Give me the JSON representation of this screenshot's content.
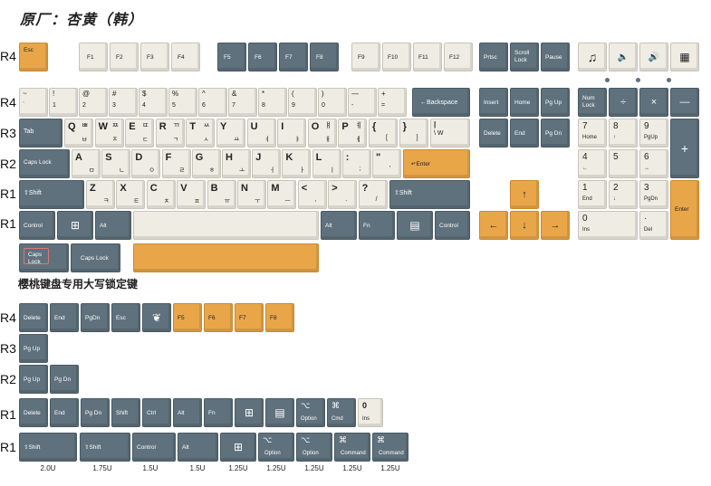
{
  "title": "原厂：杏黄（韩）",
  "subtitle": "樱桃键盘专用大写锁定键",
  "row_labels": {
    "fn": "R4",
    "num": "R4",
    "tab": "R3",
    "caps": "R2",
    "shift": "R1",
    "bottom": "R1"
  },
  "esc": "Esc",
  "f1": "F1",
  "f2": "F2",
  "f3": "F3",
  "f4": "F4",
  "f5": "F5",
  "f6": "F6",
  "f7": "F7",
  "f8": "F8",
  "f9": "F9",
  "f10": "F10",
  "f11": "F11",
  "f12": "F12",
  "prtsc": "Prtsc",
  "scroll": "Scroll Lock",
  "pause": "Pause",
  "media": {
    "music": "♫",
    "vol_down": "🔈",
    "vol_up": "🔊",
    "calc": "▦"
  },
  "num_row": [
    {
      "top": "~",
      "bot": "`"
    },
    {
      "top": "!",
      "bot": "1"
    },
    {
      "top": "@",
      "bot": "2"
    },
    {
      "top": "#",
      "bot": "3"
    },
    {
      "top": "$",
      "bot": "4"
    },
    {
      "top": "%",
      "bot": "5"
    },
    {
      "top": "^",
      "bot": "6"
    },
    {
      "top": "&",
      "bot": "7"
    },
    {
      "top": "*",
      "bot": "8"
    },
    {
      "top": "(",
      "bot": "9"
    },
    {
      "top": ")",
      "bot": "0"
    },
    {
      "top": "—",
      "bot": "-"
    },
    {
      "top": "+",
      "bot": "="
    }
  ],
  "backspace": "←Backspace",
  "tab": "Tab",
  "q_row": [
    {
      "l": "Q",
      "k": "ㅂ",
      "k2": "ㅃ"
    },
    {
      "l": "W",
      "k": "ㅈ",
      "k2": "ㅉ"
    },
    {
      "l": "E",
      "k": "ㄷ",
      "k2": "ㄸ"
    },
    {
      "l": "R",
      "k": "ㄱ",
      "k2": "ㄲ"
    },
    {
      "l": "T",
      "k": "ㅅ",
      "k2": "ㅆ"
    },
    {
      "l": "Y",
      "k": "ㅛ",
      "k2": ""
    },
    {
      "l": "U",
      "k": "ㅕ",
      "k2": ""
    },
    {
      "l": "I",
      "k": "ㅑ",
      "k2": ""
    },
    {
      "l": "O",
      "k": "ㅐ",
      "k2": "ㅒ"
    },
    {
      "l": "P",
      "k": "ㅔ",
      "k2": "ㅖ"
    },
    {
      "l": "{",
      "k": "[",
      "k2": ""
    },
    {
      "l": "}",
      "k": "]",
      "k2": ""
    }
  ],
  "backslash": {
    "top": "|",
    "bot": "\\ W"
  },
  "caps_lock": "Caps Lock",
  "a_row": [
    {
      "l": "A",
      "k": "ㅁ"
    },
    {
      "l": "S",
      "k": "ㄴ"
    },
    {
      "l": "D",
      "k": "ㅇ"
    },
    {
      "l": "F",
      "k": "ㄹ"
    },
    {
      "l": "G",
      "k": "ㅎ"
    },
    {
      "l": "H",
      "k": "ㅗ"
    },
    {
      "l": "J",
      "k": "ㅓ"
    },
    {
      "l": "K",
      "k": "ㅏ"
    },
    {
      "l": "L",
      "k": "ㅣ"
    },
    {
      "l": ":",
      "k": ";"
    },
    {
      "l": "\"",
      "k": "'"
    }
  ],
  "enter": "↵Enter",
  "z_row": [
    {
      "l": "Z",
      "k": "ㅋ"
    },
    {
      "l": "X",
      "k": "ㅌ"
    },
    {
      "l": "C",
      "k": "ㅊ"
    },
    {
      "l": "V",
      "k": "ㅍ"
    },
    {
      "l": "B",
      "k": "ㅠ"
    },
    {
      "l": "N",
      "k": "ㅜ"
    },
    {
      "l": "M",
      "k": "ㅡ"
    },
    {
      "l": "<",
      "k": ","
    },
    {
      "l": ">",
      "k": "."
    },
    {
      "l": "?",
      "k": "/"
    }
  ],
  "shift": "⇧Shift",
  "control": "Control",
  "alt": "Alt",
  "fn": "Fn",
  "win": "⊞",
  "menu": "▤",
  "nav": {
    "insert": "Insert",
    "home": "Home",
    "pgup": "Pg Up",
    "delete": "Delete",
    "end": "End",
    "pgdn": "Pg Dn"
  },
  "arrows": {
    "up": "↑",
    "down": "↓",
    "left": "←",
    "right": "→"
  },
  "numpad": {
    "numlock": "Num Lock",
    "div": "÷",
    "mul": "×",
    "minus": "—",
    "plus": "+",
    "enter": "Enter",
    "k7": {
      "t": "7",
      "b": "Home"
    },
    "k8": {
      "t": "8",
      "b": "↑"
    },
    "k9": {
      "t": "9",
      "b": "PgUp"
    },
    "k4": {
      "t": "4",
      "b": "←"
    },
    "k5": {
      "t": "5",
      "b": ""
    },
    "k6": {
      "t": "6",
      "b": "→"
    },
    "k1": {
      "t": "1",
      "b": "End"
    },
    "k2": {
      "t": "2",
      "b": "↓"
    },
    "k3": {
      "t": "3",
      "b": "PgDn"
    },
    "k0": {
      "t": "0",
      "b": "Ins"
    },
    "dot": {
      "t": "·",
      "b": "Del"
    }
  },
  "extra_caps": [
    "Caps Lock",
    "Caps Lock"
  ],
  "extras": {
    "r4": [
      "Delete",
      "End",
      "PgDn",
      "Esc",
      "❦",
      "F5",
      "F6",
      "F7",
      "F8"
    ],
    "r3": [
      "Pg Up"
    ],
    "r2": [
      "Pg Up",
      "Pg Dn"
    ],
    "r1a": [
      "Delete",
      "End",
      "Pg Dn",
      "Shift",
      "Ctrl",
      "Alt",
      "Fn",
      "⊞",
      "▤"
    ],
    "r1a_option": {
      "t": "⌥",
      "b": "Option"
    },
    "r1a_cmd": {
      "t": "⌘",
      "b": "Cmd"
    },
    "r1a_ins": {
      "t": "0",
      "b": "Ins"
    },
    "r1b": [
      "⇧Shift",
      "⇧Shift",
      "Control",
      "Alt",
      "⊞"
    ],
    "r1b_mods": [
      {
        "t": "⌥",
        "b": "Option"
      },
      {
        "t": "⌥",
        "b": "Option"
      },
      {
        "t": "⌘",
        "b": "Command"
      },
      {
        "t": "⌘",
        "b": "Command"
      }
    ]
  },
  "extra_row_labels": [
    "R4",
    "R3",
    "R2",
    "R1",
    "R1"
  ],
  "units": [
    "2.0U",
    "1.75U",
    "1.5U",
    "1.5U",
    "1.25U",
    "1.25U",
    "1.25U",
    "1.25U",
    "1.25U"
  ]
}
